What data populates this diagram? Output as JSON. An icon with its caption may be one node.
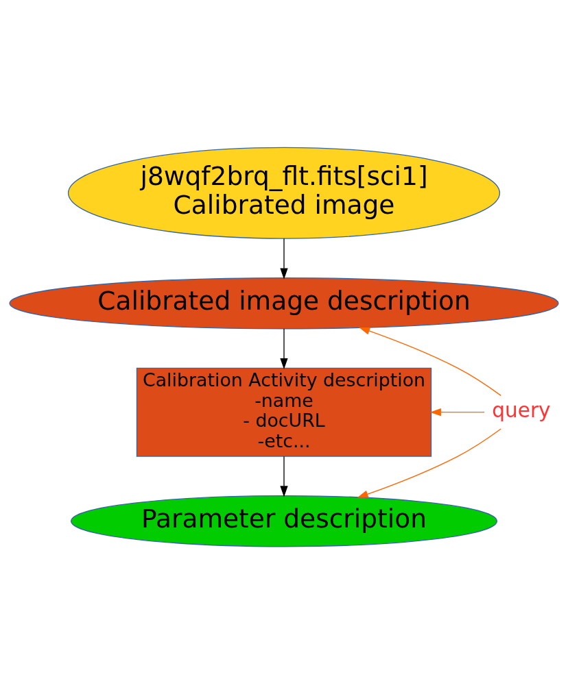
{
  "diagram": {
    "nodes": [
      {
        "text": [
          "j8wqf2brq_flt.fits[sci1]",
          "Calibrated image"
        ]
      },
      {
        "text": [
          "Calibrated image description"
        ]
      },
      {
        "text": [
          "Calibration Activity description",
          "-name",
          "- docURL",
          "-etc..."
        ]
      },
      {
        "text": [
          "Parameter description"
        ]
      },
      {
        "text": [
          "query"
        ]
      }
    ],
    "edges": [
      {
        "from": 0,
        "to": 1,
        "arrow": "to"
      },
      {
        "from": 1,
        "to": 2,
        "arrow": "to"
      },
      {
        "from": 2,
        "to": 3,
        "arrow": "to"
      },
      {
        "from": 4,
        "to": 1,
        "arrow": "to",
        "color": "#ff6600"
      },
      {
        "from": 4,
        "to": 2,
        "arrow": "to",
        "color": "#ff6600"
      },
      {
        "from": 4,
        "to": 3,
        "arrow": "to",
        "color": "#ff6600"
      }
    ]
  }
}
